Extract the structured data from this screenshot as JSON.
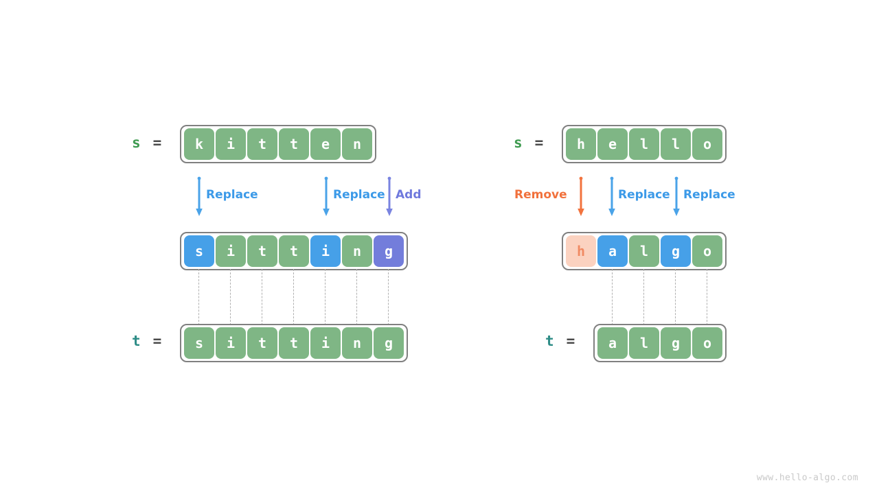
{
  "watermark": "www.hello-algo.com",
  "diagrams": [
    {
      "id": "kitten-sitting",
      "source_label": {
        "name": "s",
        "eq": "=",
        "color": "#3f9b51"
      },
      "target_label": {
        "name": "t",
        "eq": "=",
        "color": "#2d8c86"
      },
      "source_cells": [
        {
          "char": "k",
          "style": "green"
        },
        {
          "char": "i",
          "style": "green"
        },
        {
          "char": "t",
          "style": "green"
        },
        {
          "char": "t",
          "style": "green"
        },
        {
          "char": "e",
          "style": "green"
        },
        {
          "char": "n",
          "style": "green"
        }
      ],
      "result_cells": [
        {
          "char": "s",
          "style": "blue"
        },
        {
          "char": "i",
          "style": "green"
        },
        {
          "char": "t",
          "style": "green"
        },
        {
          "char": "t",
          "style": "green"
        },
        {
          "char": "i",
          "style": "blue"
        },
        {
          "char": "n",
          "style": "green"
        },
        {
          "char": "g",
          "style": "indigo"
        }
      ],
      "target_cells": [
        {
          "char": "s",
          "style": "green"
        },
        {
          "char": "i",
          "style": "green"
        },
        {
          "char": "t",
          "style": "green"
        },
        {
          "char": "t",
          "style": "green"
        },
        {
          "char": "i",
          "style": "green"
        },
        {
          "char": "n",
          "style": "green"
        },
        {
          "char": "g",
          "style": "green"
        }
      ],
      "operations": [
        {
          "label": "Replace",
          "color": "blue",
          "arrow_color": "#4aa3e8",
          "cell_index": 0
        },
        {
          "label": "Replace",
          "color": "blue",
          "arrow_color": "#4aa3e8",
          "cell_index": 4
        },
        {
          "label": "Add",
          "color": "indigo",
          "arrow_color": "#7a84e0",
          "cell_index": 6
        }
      ]
    },
    {
      "id": "hello-algo",
      "source_label": {
        "name": "s",
        "eq": "=",
        "color": "#3f9b51"
      },
      "target_label": {
        "name": "t",
        "eq": "=",
        "color": "#2d8c86"
      },
      "source_cells": [
        {
          "char": "h",
          "style": "green"
        },
        {
          "char": "e",
          "style": "green"
        },
        {
          "char": "l",
          "style": "green"
        },
        {
          "char": "l",
          "style": "green"
        },
        {
          "char": "o",
          "style": "green"
        }
      ],
      "result_cells": [
        {
          "char": "h",
          "style": "peach"
        },
        {
          "char": "a",
          "style": "blue"
        },
        {
          "char": "l",
          "style": "green"
        },
        {
          "char": "g",
          "style": "blue"
        },
        {
          "char": "o",
          "style": "green"
        }
      ],
      "target_cells": [
        {
          "char": "a",
          "style": "green"
        },
        {
          "char": "l",
          "style": "green"
        },
        {
          "char": "g",
          "style": "green"
        },
        {
          "char": "o",
          "style": "green"
        }
      ],
      "operations": [
        {
          "label": "Remove",
          "color": "orange",
          "arrow_color": "#f2733e",
          "cell_index": 0,
          "label_side": "left"
        },
        {
          "label": "Replace",
          "color": "blue",
          "arrow_color": "#4aa3e8",
          "cell_index": 1
        },
        {
          "label": "Replace",
          "color": "blue",
          "arrow_color": "#4aa3e8",
          "cell_index": 3
        }
      ]
    }
  ]
}
